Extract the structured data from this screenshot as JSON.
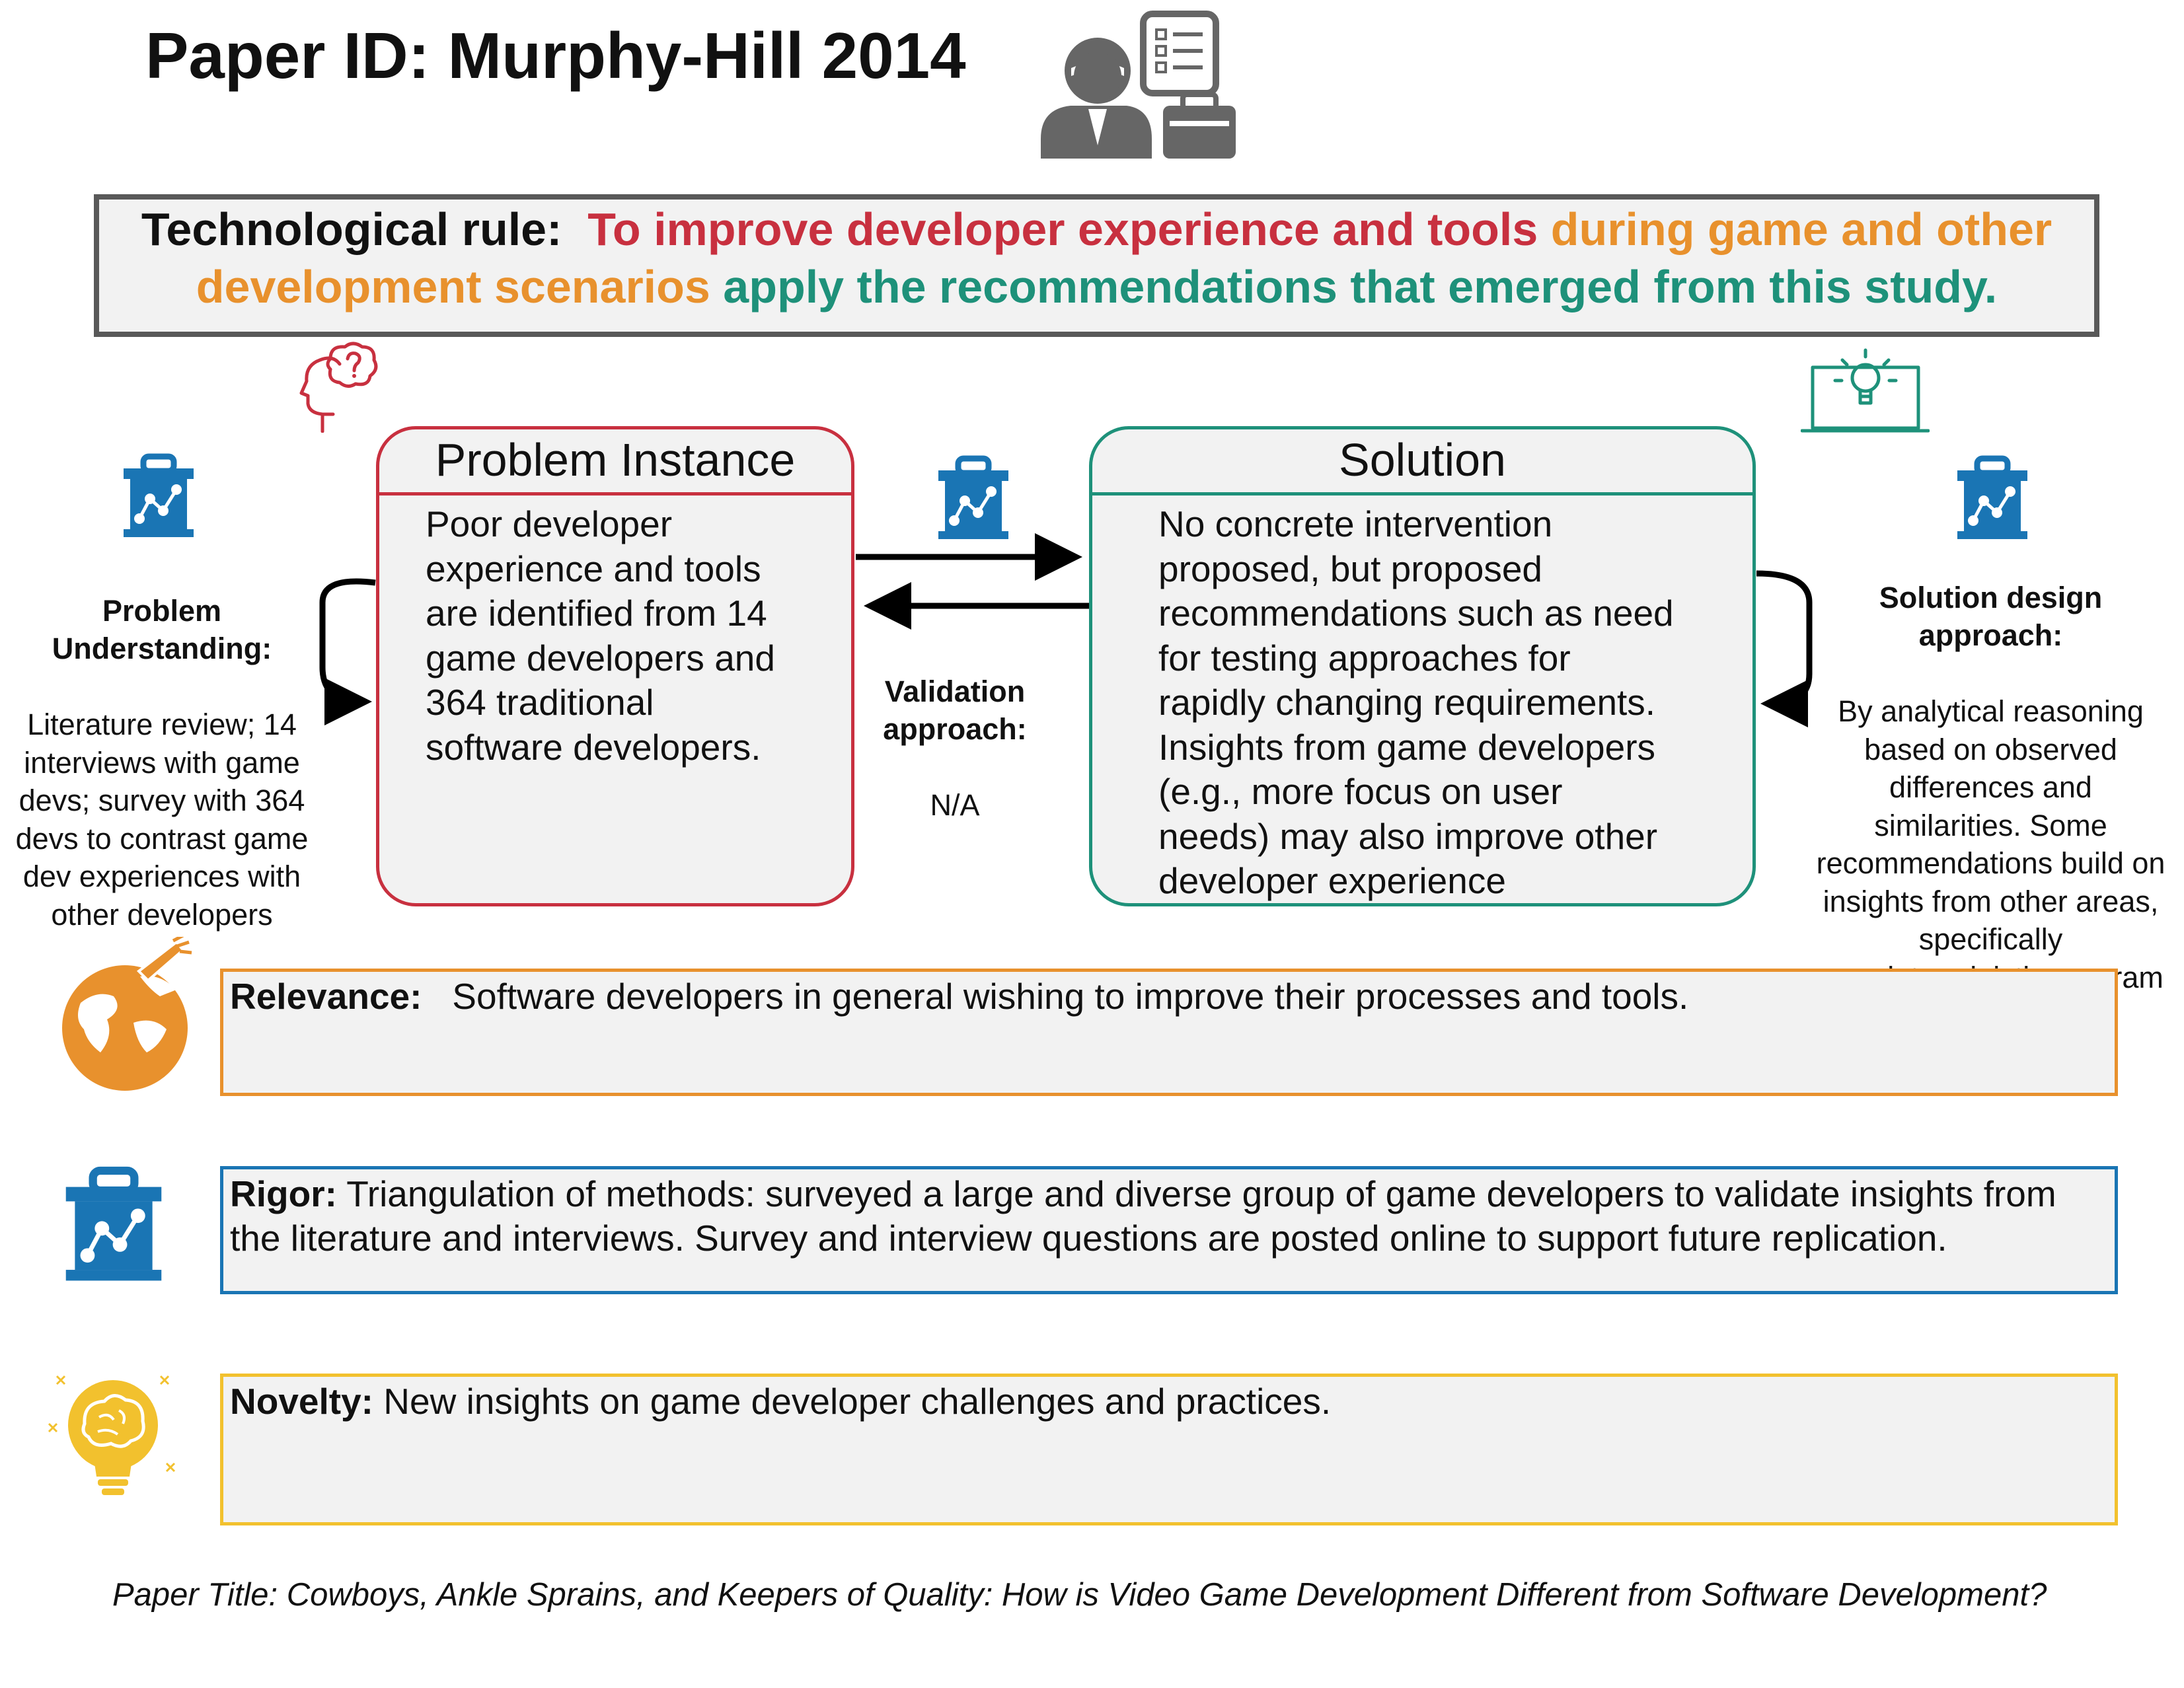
{
  "title": "Paper ID: Murphy-Hill 2014",
  "technological_rule": {
    "label": "Technological rule:",
    "part_red": "To improve developer experience and tools",
    "part_orange": "during game and other development scenarios",
    "part_green": "apply the recommendations that emerged from this study."
  },
  "problem_instance": {
    "header": "Problem Instance",
    "body": "Poor developer\nexperience and tools\nare identified from 14\ngame developers and\n364 traditional\nsoftware developers."
  },
  "solution": {
    "header": "Solution",
    "body": "No concrete intervention\nproposed, but proposed\nrecommendations such as need\nfor testing approaches for\nrapidly changing requirements.\nInsights from game developers\n(e.g., more focus on user\nneeds) may also improve other\ndeveloper experience"
  },
  "problem_understanding": {
    "label": "Problem\nUnderstanding:",
    "text": "Literature review; 14\ninterviews with game\ndevs; survey with 364\ndevs to contrast game\ndev experiences with\nother developers"
  },
  "validation": {
    "label": "Validation\napproach:",
    "text": "N/A"
  },
  "solution_design": {
    "label": "Solution design\napproach:",
    "text": "By analytical reasoning\nbased on observed\ndifferences and\nsimilarities. Some\nrecommendations build on\ninsights from other areas,\nspecifically\nnon-deterministic program\ntesting."
  },
  "relevance": {
    "label": "Relevance:",
    "text": "Software developers in general wishing to improve their processes and tools."
  },
  "rigor": {
    "label": "Rigor:",
    "text": "Triangulation of methods: surveyed a large and diverse group of game developers to validate insights from the literature and interviews. Survey and interview questions are posted online to support future replication."
  },
  "novelty": {
    "label": "Novelty:",
    "text": "New insights on game developer challenges and practices."
  },
  "paper_title": "Paper Title:  Cowboys, Ankle Sprains, and Keepers of Quality: How is Video Game Development Different from Software Development?",
  "colors": {
    "red": "#c8303f",
    "orange": "#e8912d",
    "green": "#1e917a",
    "blue": "#1a75b4",
    "yellow": "#f2c12e",
    "gray": "#666666"
  },
  "icons": [
    "person-checklist-icon",
    "head-question-icon",
    "laptop-lightbulb-icon",
    "toolbox-chart-icon",
    "globe-icon",
    "brain-lightbulb-icon"
  ]
}
